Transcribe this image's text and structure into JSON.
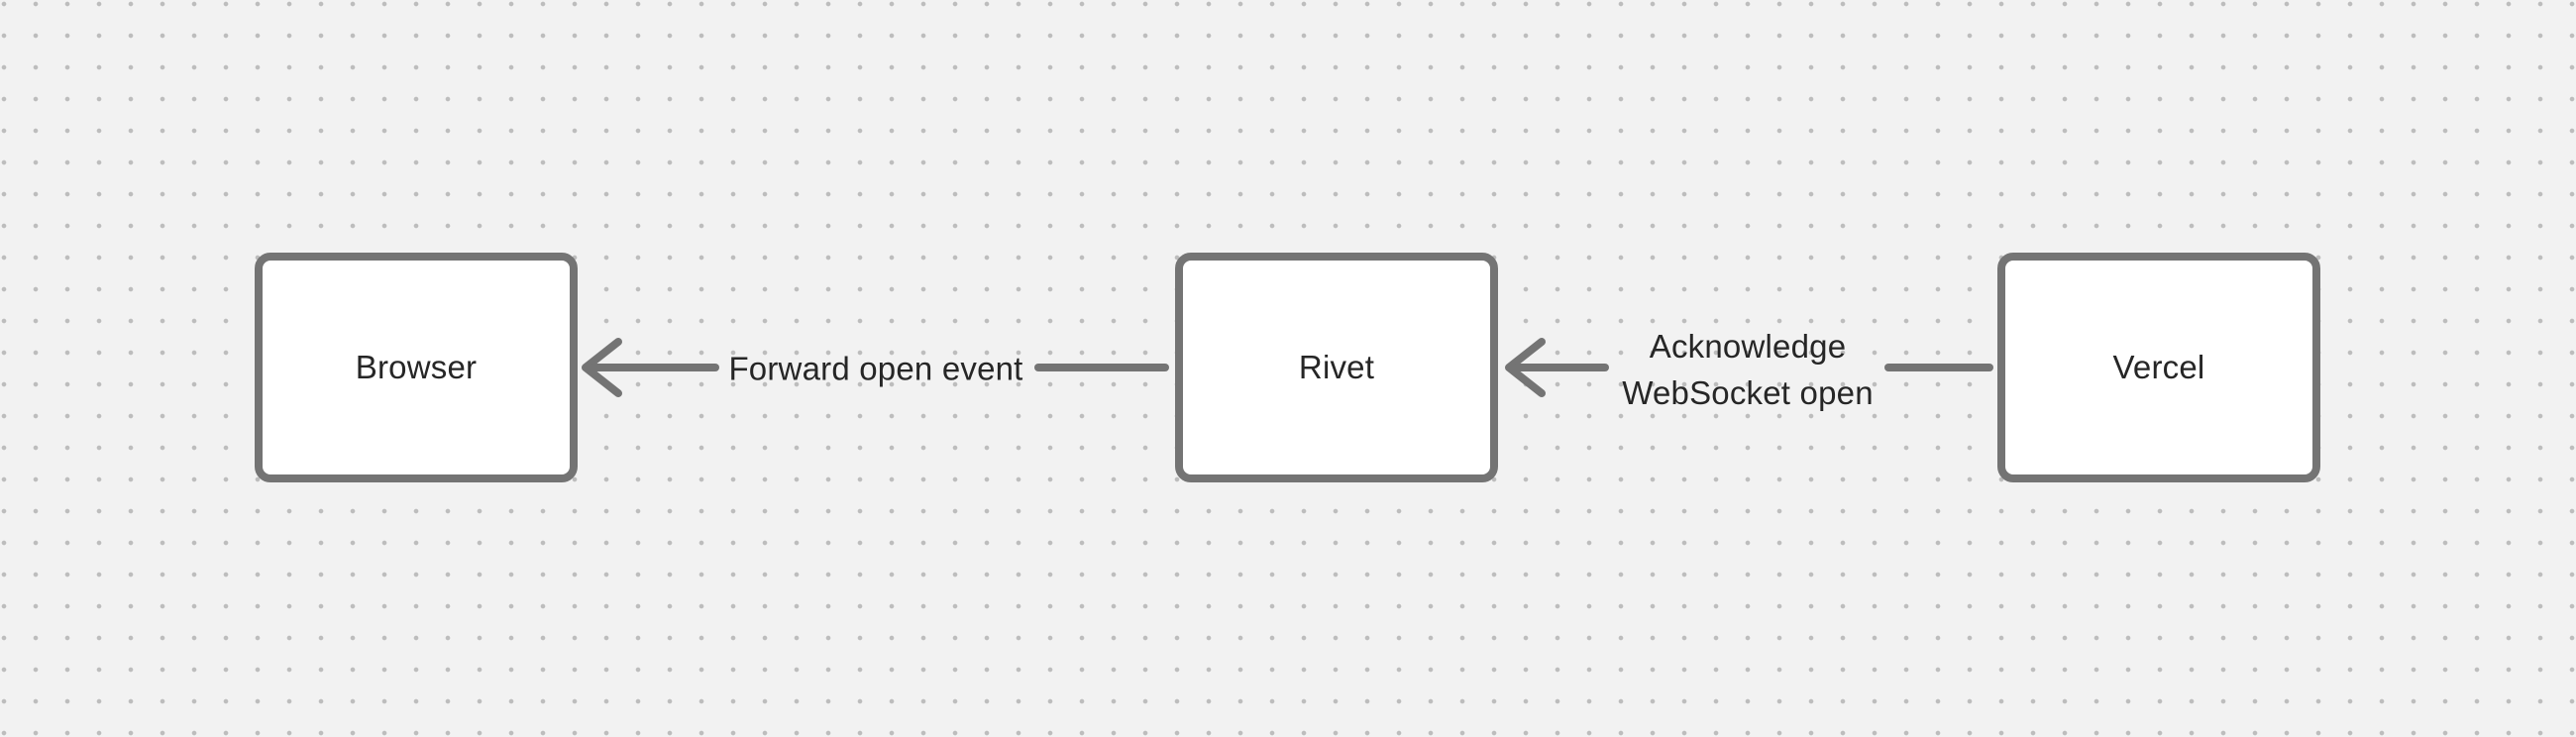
{
  "diagram": {
    "nodes": [
      {
        "id": "browser",
        "label": "Browser"
      },
      {
        "id": "rivet",
        "label": "Rivet"
      },
      {
        "id": "vercel",
        "label": "Vercel"
      }
    ],
    "edges": [
      {
        "from": "rivet",
        "to": "browser",
        "direction": "left",
        "label": "Forward open event",
        "lines": [
          "Forward open event"
        ]
      },
      {
        "from": "vercel",
        "to": "rivet",
        "direction": "left",
        "label": "Acknowledge WebSocket open",
        "lines": [
          "Acknowledge",
          "WebSocket open"
        ]
      }
    ]
  },
  "colors": {
    "bg": "#f2f2f2",
    "dot": "#bdbdbd",
    "stroke": "#747474",
    "node-fill": "#ffffff",
    "text": "#262626"
  }
}
